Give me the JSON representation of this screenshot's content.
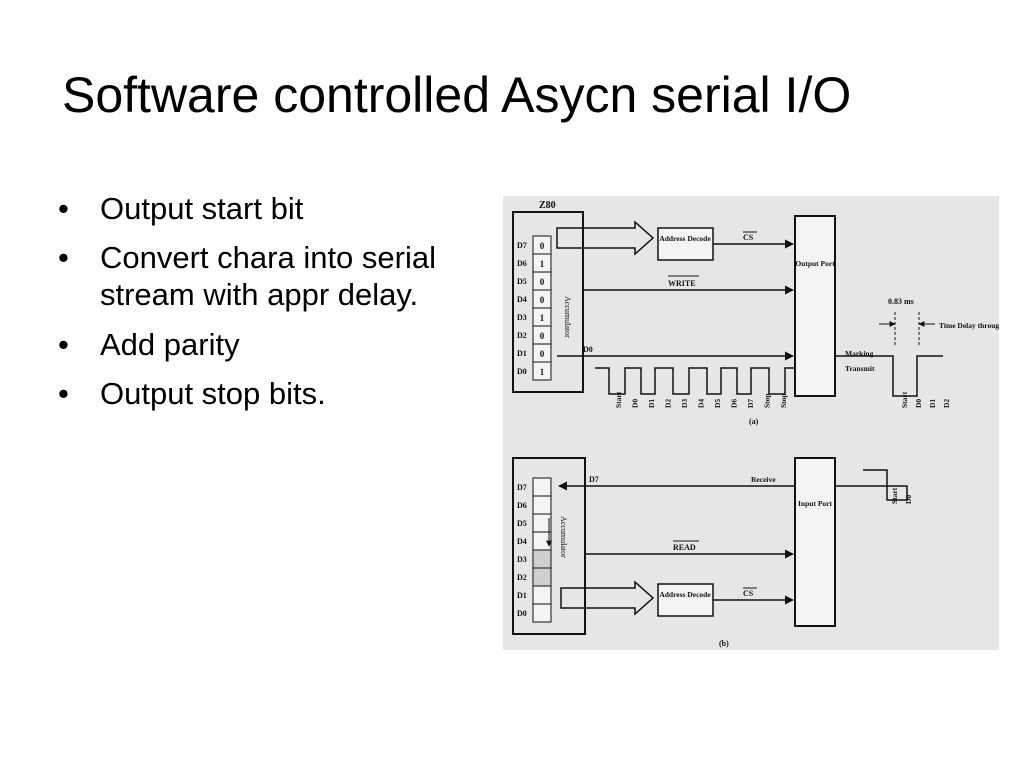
{
  "slide": {
    "title": "Software controlled Asycn serial I/O",
    "bullets": [
      "Output start bit",
      "Convert chara into serial stream with appr delay.",
      "Add parity",
      "Output stop bits."
    ],
    "bullet_glyph": "•"
  },
  "figure": {
    "a": {
      "cpu_label": "Z80",
      "register_label": "Accumulator",
      "register_rows": [
        {
          "name": "D7",
          "bit": "0"
        },
        {
          "name": "D6",
          "bit": "1"
        },
        {
          "name": "D5",
          "bit": "0"
        },
        {
          "name": "D4",
          "bit": "0"
        },
        {
          "name": "D3",
          "bit": "1"
        },
        {
          "name": "D2",
          "bit": "0"
        },
        {
          "name": "D1",
          "bit": "0"
        },
        {
          "name": "D0",
          "bit": "1"
        }
      ],
      "address_decode": "Address Decode",
      "cs": "CS",
      "write": "WRITE",
      "d0": "D0",
      "port": "Output Port",
      "marking": "Marking",
      "transmit": "Transmit",
      "timing": "0.83 ms",
      "time_delay": "Time Delay through Software",
      "stream_bits": [
        "Start",
        "D0",
        "D1",
        "D2",
        "D3",
        "D4",
        "D5",
        "D6",
        "D7",
        "Stop",
        "Stop"
      ],
      "small_bits": [
        "Start",
        "D0",
        "D1",
        "D2"
      ],
      "caption": "(a)"
    },
    "b": {
      "register_label": "Accumulator",
      "register_rows": [
        "D7",
        "D6",
        "D5",
        "D4",
        "D3",
        "D2",
        "D1",
        "D0"
      ],
      "d7": "D7",
      "receive": "Receive",
      "read": "READ",
      "address_decode": "Address Decode",
      "cs": "CS",
      "port": "Input Port",
      "small_bits": [
        "Start",
        "D0"
      ],
      "caption": "(b)"
    }
  },
  "colors": {
    "figure_bg": "#e6e6e6",
    "ink": "#111111",
    "register_fill": "#f4f4f4",
    "register_empty_fill": "#cfcfcf",
    "text": "#000000"
  }
}
